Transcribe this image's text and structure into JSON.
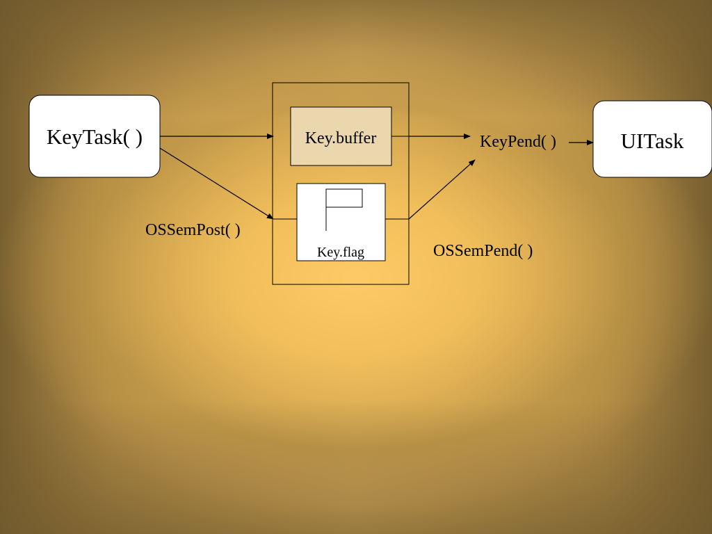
{
  "diagram": {
    "nodes": {
      "keytask": {
        "label": "KeyTask( )"
      },
      "uitask": {
        "label": "UITask"
      },
      "key_buffer": {
        "label": "Key.buffer"
      },
      "key_flag": {
        "label": "Key.flag"
      }
    },
    "edge_labels": {
      "ossempost": "OSSemPost( )",
      "keypend": "KeyPend( )",
      "ossempend": "OSSemPend( )"
    }
  }
}
